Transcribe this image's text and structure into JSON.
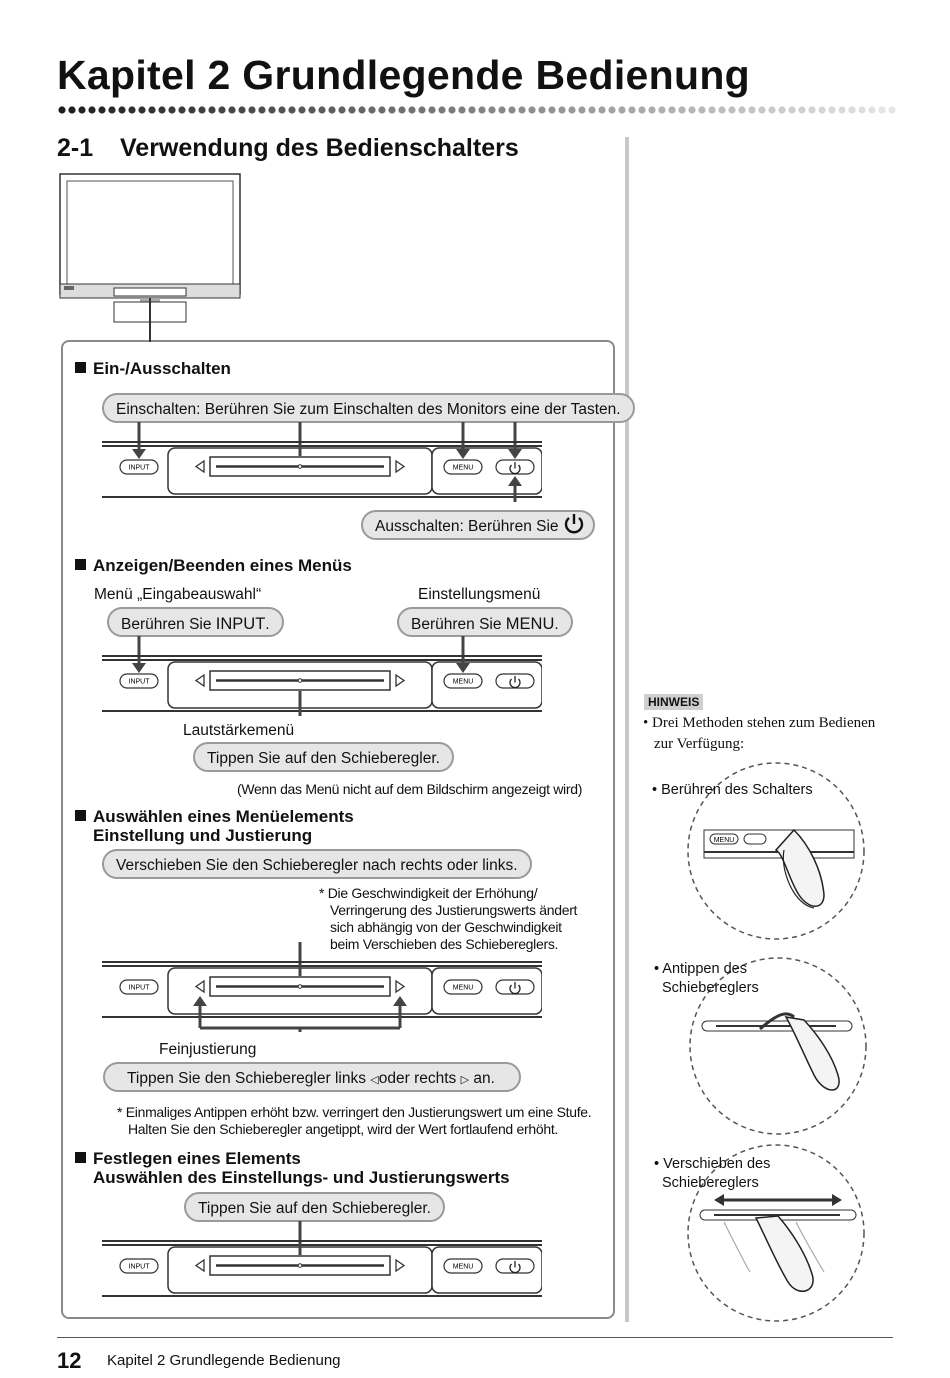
{
  "chapter_title": "Kapitel 2  Grundlegende Bedienung",
  "section": {
    "number": "2-1",
    "title": "Verwendung des Bedienschalters"
  },
  "panel_labels": {
    "input": "INPUT",
    "menu": "MENU"
  },
  "power_onoff": {
    "heading": "Ein-/Ausschalten",
    "on_instruction": "Einschalten: Berühren Sie zum Einschalten des Monitors eine der Tasten.",
    "off_instruction": "Ausschalten: Berühren Sie"
  },
  "menu_display": {
    "heading": "Anzeigen/Beenden eines Menüs",
    "input_menu_label": "Menü „Eingabeauswahl“",
    "input_instruction_prefix": "Berühren Sie",
    "input_key": "INPUT",
    "settings_menu_label": "Einstellungsmenü",
    "menu_instruction_prefix": "Berühren Sie",
    "menu_key": "MENU",
    "volume_menu_label": "Lautstärkemenü",
    "volume_instruction": "Tippen Sie auf den Schieberegler.",
    "volume_note": "(Wenn das Menü nicht auf dem Bildschirm angezeigt wird)"
  },
  "select_item": {
    "heading_line1": "Auswählen eines Menüelements",
    "heading_line2": "Einstellung und Justierung",
    "slide_instruction": "Verschieben Sie den Schieberegler nach rechts oder links.",
    "speed_note": [
      "* Die Geschwindigkeit der Erhöhung/",
      "Verringerung des Justierungswerts ändert",
      "sich abhängig von der Geschwindigkeit",
      "beim Verschieben des Schiebereglers."
    ],
    "fine_label": "Feinjustierung",
    "tap_instruction_a": "Tippen Sie den Schieberegler links",
    "tap_instruction_b": "oder rechts",
    "tap_instruction_c": "an.",
    "tap_note": [
      "* Einmaliges Antippen erhöht bzw. verringert den Justierungswert um eine Stufe.",
      "Halten Sie den Schieberegler angetippt, wird der Wert fortlaufend erhöht."
    ]
  },
  "confirm": {
    "heading_line1": "Festlegen eines Elements",
    "heading_line2": "Auswählen des Einstellungs- und Justierungswerts",
    "instruction": "Tippen Sie auf den Schieberegler."
  },
  "hinweis": {
    "badge": "HINWEIS",
    "text_line1": "• Drei Methoden stehen zum Bedienen",
    "text_line2": "zur Verfügung:",
    "method1": "• Berühren des Schalters",
    "method2_line1": "• Antippen des",
    "method2_line2": "Schiebereglers",
    "method3_line1": "• Verschieben des",
    "method3_line2": "Schiebereglers",
    "mini_menu": "MENU"
  },
  "footer": {
    "page": "12",
    "text": "Kapitel 2  Grundlegende Bedienung"
  }
}
